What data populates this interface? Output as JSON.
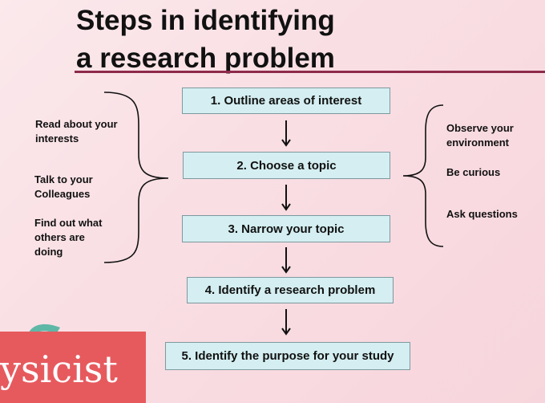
{
  "title": {
    "line1": "Steps in identifying",
    "line2": "a research problem"
  },
  "steps": [
    "1. Outline areas of interest",
    "2. Choose a topic",
    "3. Narrow your topic",
    "4. Identify a research problem",
    "5. Identify the purpose for your study"
  ],
  "left_notes": [
    {
      "line1": "Read about your",
      "line2": "interests"
    },
    {
      "line1": "Talk to your",
      "line2": "Colleagues"
    },
    {
      "line1": "Find out what",
      "line2": "others are",
      "line3": "doing"
    }
  ],
  "right_notes": [
    {
      "line1": "Observe your",
      "line2": "environment"
    },
    {
      "line1": "Be curious"
    },
    {
      "line1": "Ask questions"
    }
  ],
  "watermark": {
    "text": "ysicist"
  },
  "colors": {
    "box_fill": "#d4eef1",
    "box_border": "#7d9aa0",
    "title_rule": "#8e2a4b",
    "watermark_bg": "#e65a5e"
  }
}
